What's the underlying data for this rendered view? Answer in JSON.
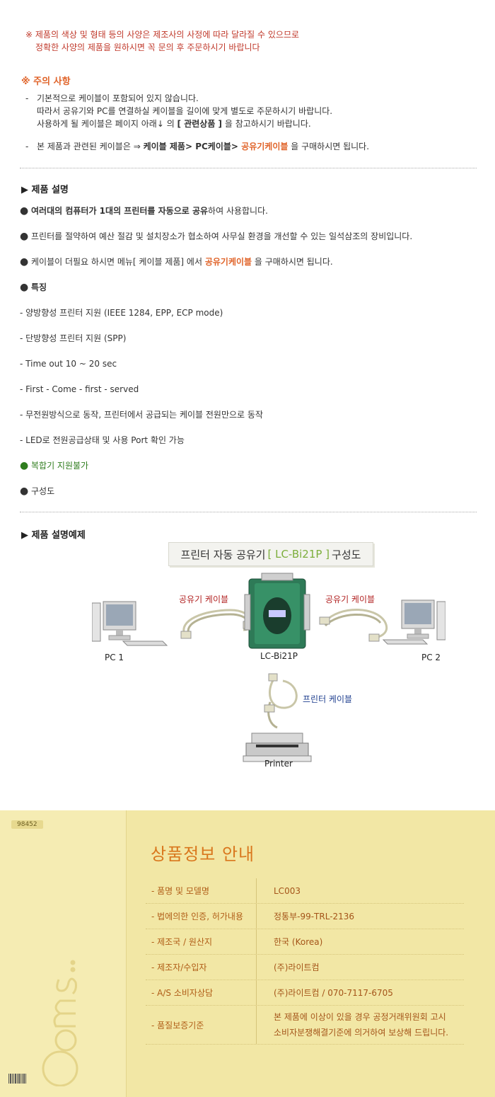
{
  "notice": {
    "line1": "※ 제품의 색상 및 형태 등의 사양은 제조사의 사정에 따라 달라질 수 있으므로",
    "line2": "정확한 사양의 제품을 원하시면 꼭 문의 후 주문하시기 바랍니다"
  },
  "caution": {
    "title": "※ 주의 사항",
    "dash": "-",
    "item1_l1": "기본적으로 케이블이 포함되어 있지 않습니다.",
    "item1_l2": "따라서 공유기와 PC를 연결하실 케이블을 길이에 맞게 별도로 주문하시기 바랍니다.",
    "item1_l3a": "사용하게 될 케이블은 페이지 아래↓ 의 ",
    "item1_l3b": "[ 관련상품 ]",
    "item1_l3c": " 을 참고하시기 바랍니다.",
    "item2_a": "본 제품과 관련된 케이블은 ⇒ ",
    "item2_b": "케이블 제품> PC케이블> ",
    "item2_c": "공유기케이블",
    "item2_d": " 을 구매하시면 됩니다."
  },
  "desc_section": {
    "title": "▶ 제품 설명",
    "bullet": "●",
    "b1a": "여러대의 컴퓨터가 1대의 프린터를 자동으로 공유",
    "b1b": "하여 사용합니다.",
    "b2": "프린터를 절약하여 예산 절감 및 설치장소가 협소하여 사무실 환경을 개선할 수 있는 일석삼조의 장비입니다.",
    "b3a": "케이블이 더필요 하시면 메뉴[ 케이블 제품] 에서 ",
    "b3b": "공유기케이블",
    "b3c": " 을 구매하시면 됩니다.",
    "b4": "특징",
    "f1": "- 양방향성 프린터 지원 (IEEE 1284, EPP, ECP mode)",
    "f2": "- 단방향성 프린터 지원 (SPP)",
    "f3": "- Time out 10 ~ 20 sec",
    "f4": "- First - Come - first - served",
    "f5": "- 무전원방식으로 동작, 프린터에서 공급되는 케이블 전원만으로 동작",
    "f6": "- LED로 전원공급상태 및 사용 Port 확인 가능",
    "b5": "복합기 지원불가",
    "b6": "구성도"
  },
  "example_section": {
    "title": "▶ 제품 설명예제"
  },
  "diagram": {
    "banner_a": "프린터 자동 공유기",
    "banner_b": "[ LC-Bi21P ]",
    "banner_c": "구성도",
    "cable_left": "공유기 케이블",
    "cable_right": "공유기 케이블",
    "pc1": "PC 1",
    "pc2": "PC 2",
    "device": "LC-Bi21P",
    "printer_cable": "프린터 케이블",
    "printer": "Printer"
  },
  "footer": {
    "code": "98452",
    "title": "상품정보 안내",
    "rows": [
      {
        "k": "- 품명 및 모델명",
        "v": "LC003"
      },
      {
        "k": "- 법에의한 인증, 허가내용",
        "v": "정통부-99-TRL-2136"
      },
      {
        "k": "- 제조국 / 원산지",
        "v": "한국 (Korea)"
      },
      {
        "k": "- 제조자/수입자",
        "v": "(주)라이트컴"
      },
      {
        "k": "- A/S 소비자상담",
        "v": "(주)라이트컴 / 070-7117-6705"
      },
      {
        "k": "- 품질보증기준",
        "v1": "본 제품에 이상이 있을 경우 공정거래위원회 고시",
        "v2": "소비자분쟁해결기준에 의거하여 보상해 드립니다."
      }
    ]
  },
  "colors": {
    "accent_orange": "#e0642a",
    "notice_red": "#c0392b",
    "green_text": "#2f7d1e",
    "footer_bg": "#f2e7a5"
  }
}
